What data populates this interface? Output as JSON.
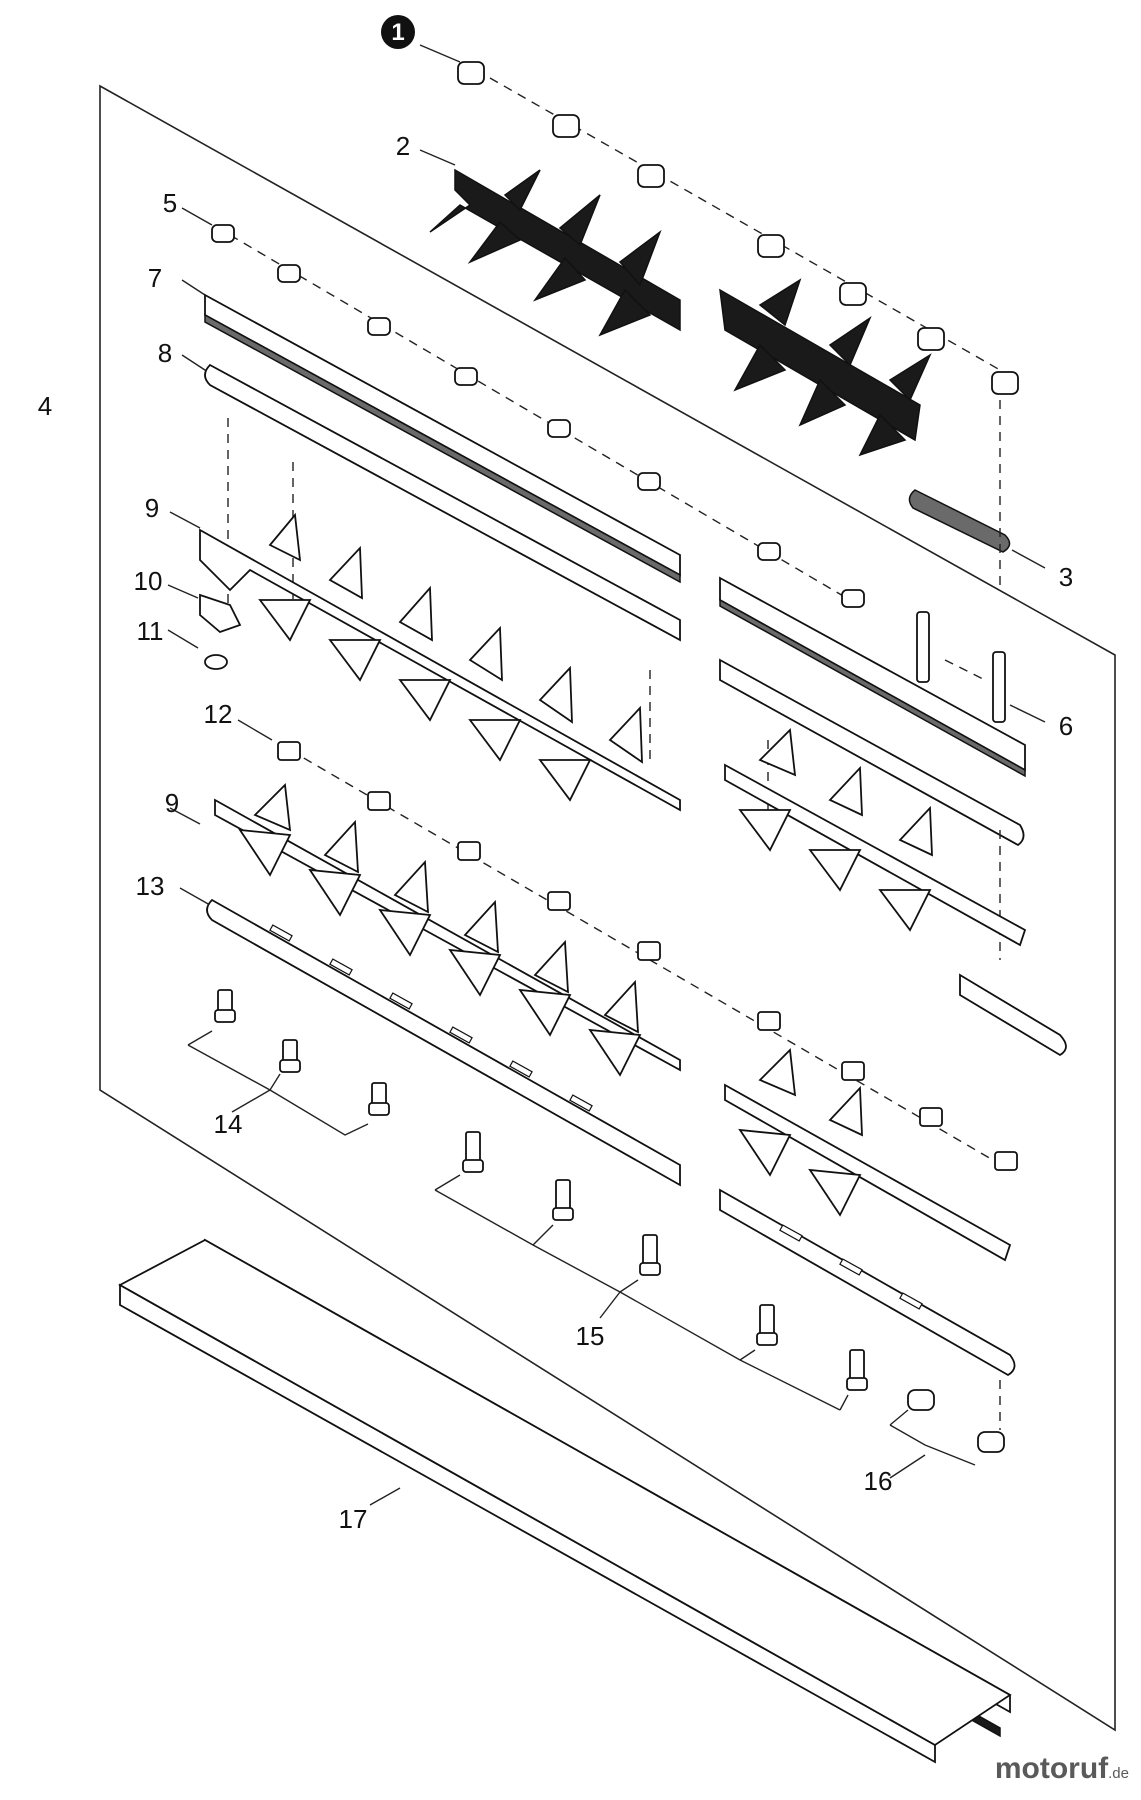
{
  "callouts": {
    "c1": "1",
    "c2": "2",
    "c3": "3",
    "c4": "4",
    "c5": "5",
    "c6": "6",
    "c7": "7",
    "c8": "8",
    "c9a": "9",
    "c9b": "9",
    "c10": "10",
    "c11": "11",
    "c12": "12",
    "c13": "13",
    "c14": "14",
    "c15": "15",
    "c16": "16",
    "c17": "17"
  },
  "watermark": {
    "brand": "motoruf",
    "suffix": ".de"
  },
  "colors": {
    "ink": "#111111",
    "paper": "#ffffff",
    "watermark": "#5a5a5a"
  }
}
